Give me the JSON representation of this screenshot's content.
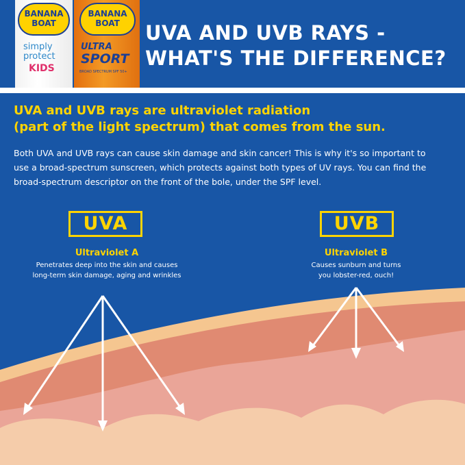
{
  "header": {
    "title_line1": "UVA AND UVB RAYS -",
    "title_line2": "WHAT'S THE DIFFERENCE?"
  },
  "products": {
    "kids": {
      "brand_line1": "BANANA",
      "brand_line2": "BOAT",
      "line1": "simply",
      "line2": "protect",
      "line3": "KIDS"
    },
    "sport": {
      "brand_line1": "BANANA",
      "brand_line2": "BOAT",
      "line1": "ULTRA",
      "line2": "SPORT",
      "line3": "BROAD SPECTRUM SPF 50+"
    }
  },
  "intro": {
    "headline_line1": "UVA and UVB rays are ultraviolet radiation",
    "headline_line2": "(part of the light spectrum) that comes from the sun.",
    "body_line1": "Both UVA and UVB rays can cause skin damage and skin cancer! This is why it's so important to",
    "body_line2": "use a broad-spectrum sunscreen, which protects against both types of UV rays. You can find the",
    "body_line3": "broad-spectrum descriptor on the front of the bole, under the SPF level."
  },
  "uva": {
    "label": "UVA",
    "name": "Ultraviolet A",
    "desc_line1": "Penetrates deep into the skin and causes",
    "desc_line2": "long-term skin damage, aging and wrinkles"
  },
  "uvb": {
    "label": "UVB",
    "name": "Ultraviolet B",
    "desc_line1": "Causes sunburn and turns",
    "desc_line2": "you lobster-red, ouch!"
  },
  "colors": {
    "background_blue": "#1856a6",
    "accent_yellow": "#ffd400",
    "skin_outer": "#f5c690",
    "skin_upper": "#e08a72",
    "skin_lower": "#eaa598",
    "skin_deep": "#f5ccaa"
  }
}
